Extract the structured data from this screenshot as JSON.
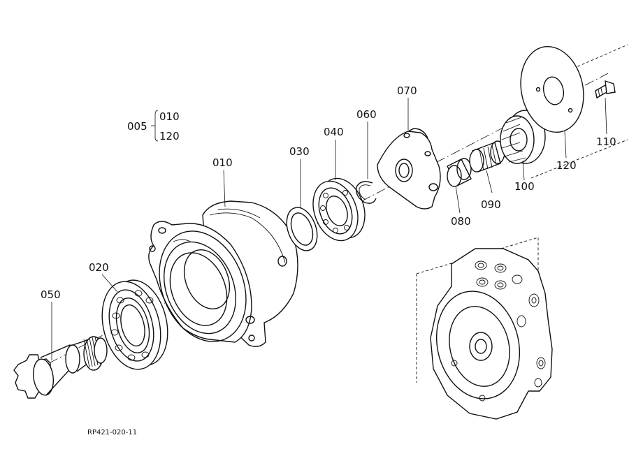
{
  "diagram": {
    "part_labels": {
      "p005": "005",
      "p010_sub": "010",
      "p120_sub": "120",
      "p010": "010",
      "p020": "020",
      "p030": "030",
      "p040": "040",
      "p050": "050",
      "p060": "060",
      "p070": "070",
      "p080": "080",
      "p090": "090",
      "p100": "100",
      "p110": "110",
      "p120": "120"
    },
    "reference_code": "RP421-020-11"
  }
}
